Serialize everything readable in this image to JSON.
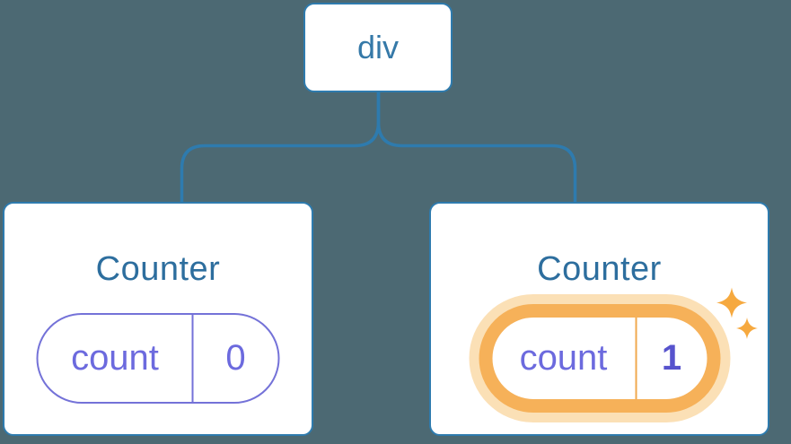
{
  "diagram": {
    "description": "React component tree diagram: a div root with two Counter children, each holding a count state pill; the second counter's state was incremented and is highlighted",
    "root": {
      "label": "div"
    },
    "children": [
      {
        "title": "Counter",
        "state": {
          "name": "count",
          "value": "0"
        },
        "highlighted": false
      },
      {
        "title": "Counter",
        "state": {
          "name": "count",
          "value": "1"
        },
        "highlighted": true
      }
    ]
  },
  "colors": {
    "bg": "#4C6973",
    "line-blue": "#2E7BAE",
    "node-text-blue": "#3579A8",
    "title-blue": "#2D6E9E",
    "pill-purple": "#7472D8",
    "pill-text-purple": "#6C6ADE",
    "pill-value-bold-purple": "#5753CD",
    "highlight-orange": "#F6B159",
    "highlight-halo": "#FBE0B6",
    "highlight-divider": "#F0A94F",
    "sparkle-orange": "#F6A93F",
    "card-bg": "#FFFFFF"
  }
}
